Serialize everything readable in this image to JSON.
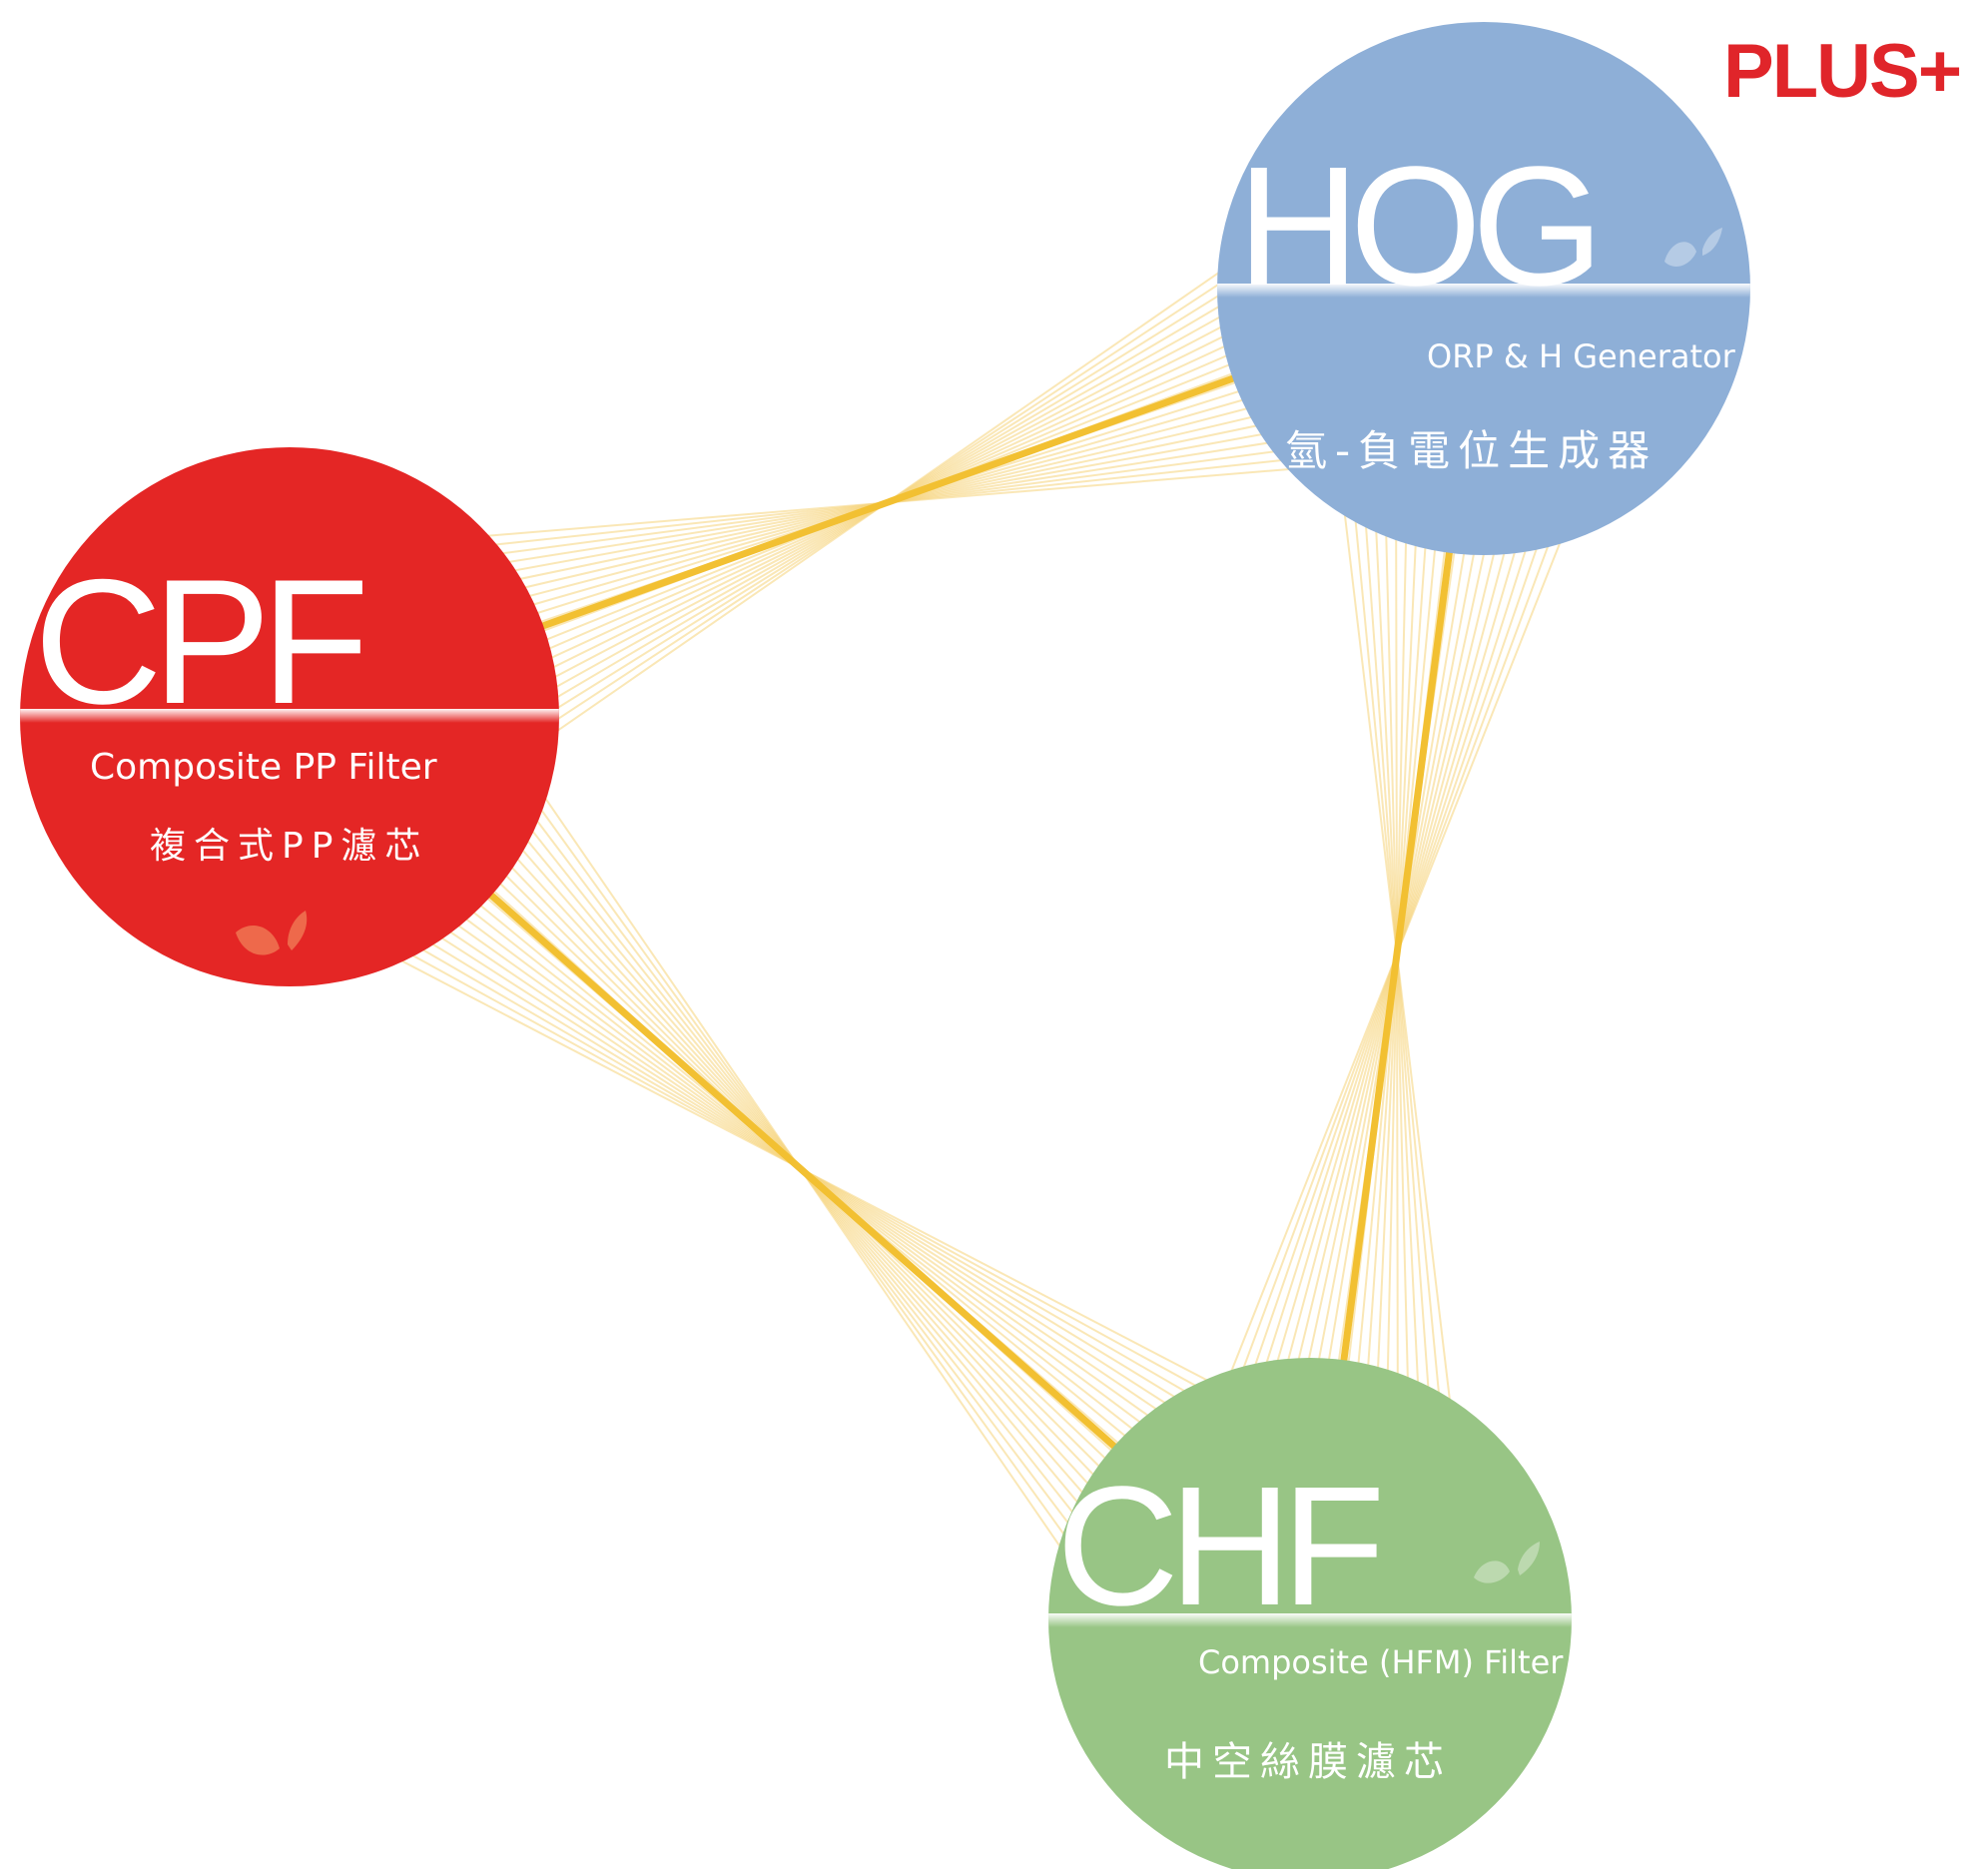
{
  "badge": {
    "text": "PLUS+",
    "color": "#e0252a"
  },
  "nodes": {
    "hog": {
      "abbr": "HOG",
      "name_en": "ORP & H Generator",
      "name_zh": "氫-負電位生成器",
      "color": "#8eafd7"
    },
    "cpf": {
      "abbr": "CPF",
      "name_en": "Composite PP Filter",
      "name_zh": "複合式PP濾芯",
      "color": "#e42625"
    },
    "chf": {
      "abbr": "CHF",
      "name_en": "Composite (HFM) Filter",
      "name_zh": "中空絲膜濾芯",
      "color": "#98c585"
    }
  },
  "links": {
    "color_main": "#f2c032",
    "color_fan": "#f6d47a",
    "connections": [
      [
        "cpf",
        "hog"
      ],
      [
        "hog",
        "chf"
      ],
      [
        "chf",
        "cpf"
      ]
    ]
  }
}
